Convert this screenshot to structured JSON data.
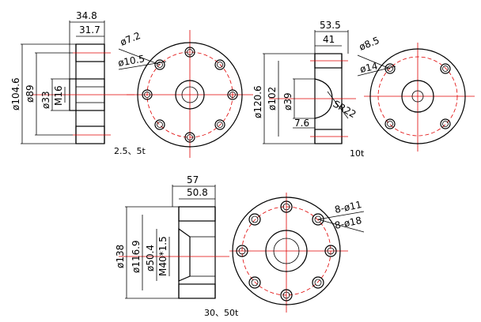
{
  "drawing1": {
    "dims": {
      "overall_len": "34.8",
      "flange_len": "31.7",
      "hole_dia": "ø7.2",
      "cbore_dia": "ø10.5",
      "outer_dia": "ø104.6",
      "pcd": "ø89",
      "boss_dia": "ø33",
      "thread": "M16"
    },
    "caption": "2.5、5t"
  },
  "drawing2": {
    "dims": {
      "overall_len": "53.5",
      "flange_len": "41",
      "hole_dia": "ø8.5",
      "cbore_dia": "ø14",
      "outer_dia": "ø120.6",
      "pcd": "ø102",
      "boss_dia": "ø39",
      "depth": "7.6",
      "sphere": "SR22"
    },
    "caption": "10t"
  },
  "drawing3": {
    "dims": {
      "overall_len": "57",
      "flange_len": "50.8",
      "outer_dia": "ø138",
      "pcd": "ø116.9",
      "boss_dia": "ø50.4",
      "thread": "M40*1.5",
      "holes_small": "8-ø11",
      "holes_large": "8-ø18"
    },
    "caption": "30、50t"
  }
}
